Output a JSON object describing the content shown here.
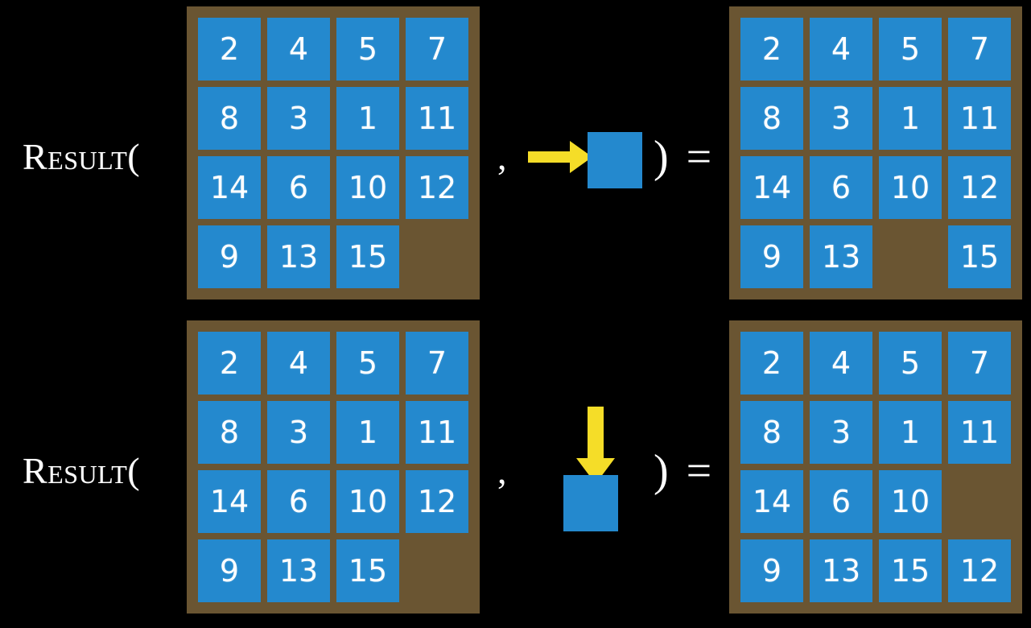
{
  "figure": {
    "title": "RESULT function applied to 15-puzzle states",
    "background_color": "#000000",
    "board_color": "#6A5532",
    "tile_color": "#2489CE",
    "tile_text_color": "#FFFFFF",
    "arrow_color": "#F5DD28"
  },
  "symbols": {
    "result_label": "Result(",
    "comma": ",",
    "paren_equals": ") ="
  },
  "equations": [
    {
      "id": "equation-move-right",
      "result_label": "Result(",
      "comma": ",",
      "paren_equals": ") =",
      "action": {
        "name": "slide-right",
        "arrow_icon": "arrow-right-icon",
        "arrow_direction": "right",
        "tile_icon": "blank-blue-tile"
      },
      "input_board": {
        "name": "input-state",
        "rows": 4,
        "cols": 4,
        "tiles": [
          [
            "2",
            "4",
            "5",
            "7"
          ],
          [
            "8",
            "3",
            "1",
            "11"
          ],
          [
            "14",
            "6",
            "10",
            "12"
          ],
          [
            "9",
            "13",
            "15",
            ""
          ]
        ]
      },
      "output_board": {
        "name": "output-state",
        "rows": 4,
        "cols": 4,
        "tiles": [
          [
            "2",
            "4",
            "5",
            "7"
          ],
          [
            "8",
            "3",
            "1",
            "11"
          ],
          [
            "14",
            "6",
            "10",
            "12"
          ],
          [
            "9",
            "13",
            "",
            "15"
          ]
        ]
      }
    },
    {
      "id": "equation-move-down",
      "result_label": "Result(",
      "comma": ",",
      "paren_equals": ") =",
      "action": {
        "name": "slide-down",
        "arrow_icon": "arrow-down-icon",
        "arrow_direction": "down",
        "tile_icon": "blank-blue-tile"
      },
      "input_board": {
        "name": "input-state",
        "rows": 4,
        "cols": 4,
        "tiles": [
          [
            "2",
            "4",
            "5",
            "7"
          ],
          [
            "8",
            "3",
            "1",
            "11"
          ],
          [
            "14",
            "6",
            "10",
            "12"
          ],
          [
            "9",
            "13",
            "15",
            ""
          ]
        ]
      },
      "output_board": {
        "name": "output-state",
        "rows": 4,
        "cols": 4,
        "tiles": [
          [
            "2",
            "4",
            "5",
            "7"
          ],
          [
            "8",
            "3",
            "1",
            "11"
          ],
          [
            "14",
            "6",
            "10",
            ""
          ],
          [
            "9",
            "13",
            "15",
            "12"
          ]
        ]
      }
    }
  ]
}
